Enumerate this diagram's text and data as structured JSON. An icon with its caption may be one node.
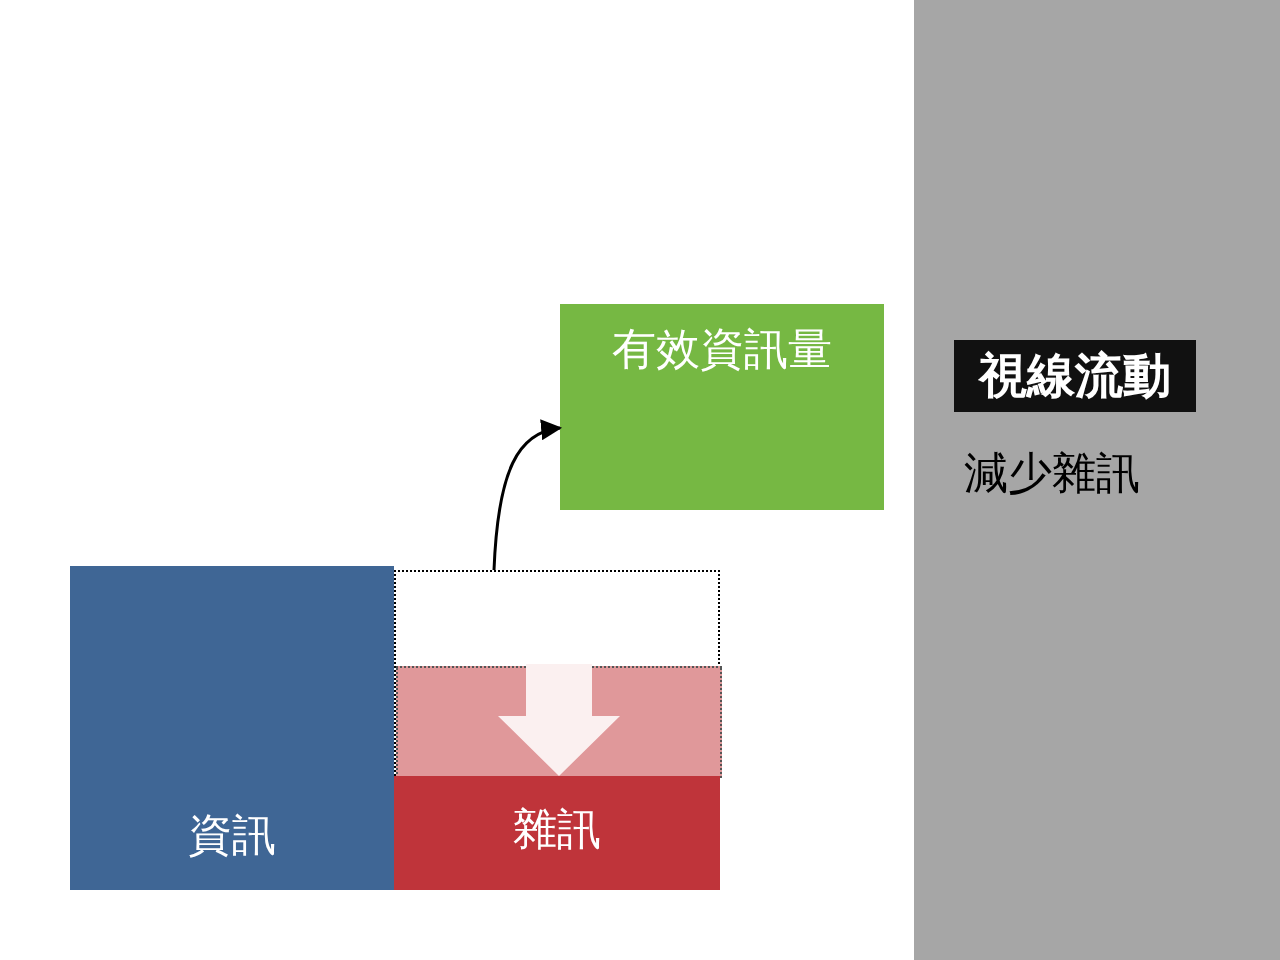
{
  "diagram": {
    "nodes": [
      {
        "text": [
          "資訊"
        ]
      },
      {
        "text": [],
        "shape": "box"
      },
      {
        "text": [],
        "shape": "box",
        "in": 1
      },
      {
        "text": [
          "雜訊"
        ]
      },
      {
        "text": [
          "有效資訊量"
        ]
      },
      {
        "text": [
          "減少雜訊"
        ]
      },
      {
        "text": [
          "視線流動"
        ],
        "in": 5
      }
    ],
    "edges": [
      {
        "from": 1,
        "to": 4,
        "arrow": "to"
      }
    ]
  }
}
